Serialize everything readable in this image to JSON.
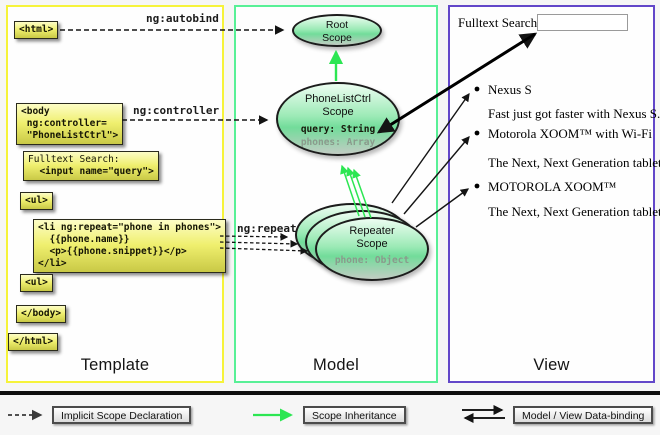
{
  "colors": {
    "template_border": "#f6f33a",
    "model_border": "#58f096",
    "view_border": "#6247c9",
    "code_box_fill": "#efef6e",
    "scope_fill": "#9ceab6",
    "inheritance_arrow": "#2ce652",
    "declaration_arrow": "#222222",
    "databinding_arrow": "#000000"
  },
  "template_panel": {
    "label": "Template",
    "code": {
      "html_open": "<html>",
      "body_open": "<body\n ng:controller=\n \"PhoneListCtrl\">",
      "fulltext_label": "Fulltext Search:",
      "fulltext_input": "  <input name=\"query\">",
      "ul_open": "<ul>",
      "li_repeat": "<li ng:repeat=\"phone in phones\">\n  {{phone.name}}\n  <p>{{phone.snippet}}</p>\n</li>",
      "ul_close": "<ul>",
      "body_close": "</body>",
      "html_close": "</html>"
    },
    "annotations": {
      "autobind": "ng:autobind",
      "controller": "ng:controller",
      "repeat": "ng:repeat"
    }
  },
  "model_panel": {
    "label": "Model",
    "root_scope": {
      "title": "Root\nScope"
    },
    "phonelist_scope": {
      "title": "PhoneListCtrl\nScope",
      "query": "query: String",
      "phones": "phones: Array"
    },
    "repeater_scope": {
      "title": "Repeater\nScope",
      "phone": "phone: Object"
    }
  },
  "view_panel": {
    "label": "View",
    "search_label": "Fulltext Search:",
    "search_value": "",
    "items": [
      {
        "title": "Nexus S",
        "snippet": "Fast just got faster with Nexus S."
      },
      {
        "title": "Motorola XOOM™ with Wi-Fi",
        "snippet": "The Next, Next Generation tablet."
      },
      {
        "title": "MOTOROLA XOOM™",
        "snippet": "The Next, Next Generation tablet."
      }
    ]
  },
  "legend": {
    "implicit": "Implicit Scope Declaration",
    "inheritance": "Scope Inheritance",
    "databinding": "Model / View Data-binding"
  }
}
